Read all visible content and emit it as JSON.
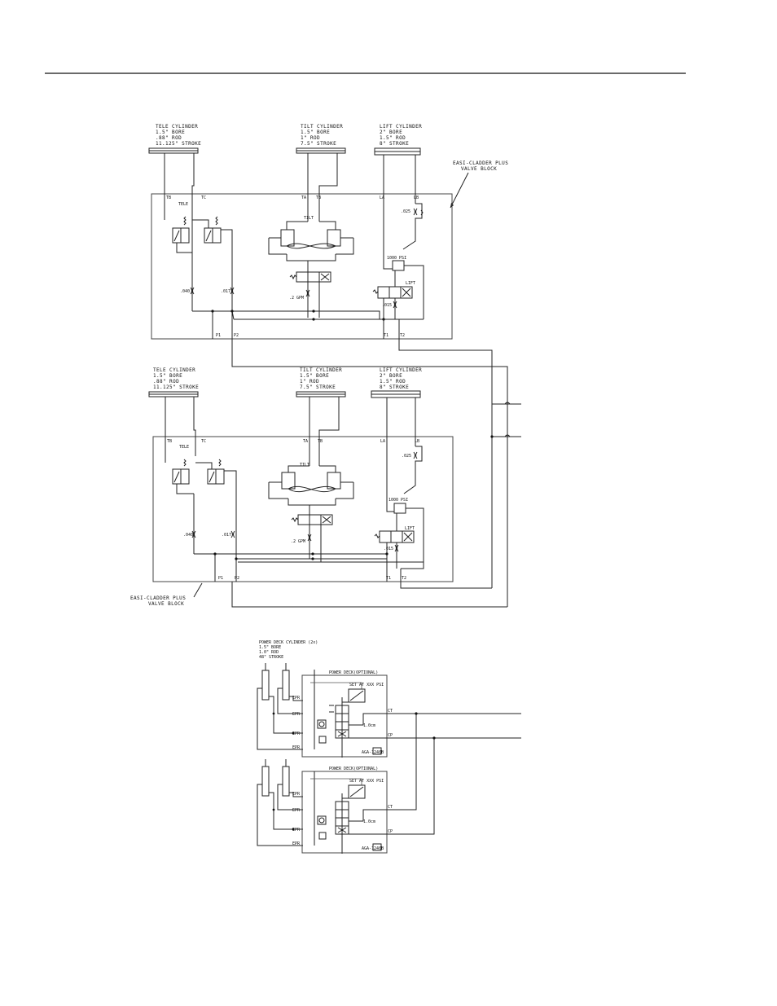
{
  "labels": {
    "tele_cyl": [
      "TELE CYLINDER",
      "1.5\" BORE",
      ".88\" ROD",
      "11.125\" STROKE"
    ],
    "tilt_cyl": [
      "TILT CYLINDER",
      "1.5\" BORE",
      "1\" ROD",
      "7.5\" STROKE"
    ],
    "lift_cyl": [
      "LIFT CYLINDER",
      "2\" BORE",
      "1.5\" ROD",
      "8\" STROKE"
    ],
    "valve_block_top": [
      "EASI-CLADDER PLUS",
      "VALVE BLOCK"
    ],
    "valve_block_bottom": [
      "EASI-CLADDER PLUS",
      "VALVE BLOCK"
    ],
    "power_deck_cyl": [
      "POWER DECK CYLINDER (2x)",
      "1.5\" BORE",
      "1.0\" ROD",
      "48\" STROKE"
    ]
  },
  "ports": {
    "tb": "TB",
    "tc": "TC",
    "ta": "TA",
    "tb2": "TB",
    "la": "LA",
    "lb": "LB",
    "p1": "P1",
    "p2": "P2",
    "t1": "T1",
    "t2": "T2"
  },
  "valves": {
    "tele": "TELE",
    "tilt": "TILT",
    "lift": "LIFT",
    "psi_1000": "1000 PSI",
    "gpm": ".2 GPM",
    "orifice_040": ".040",
    "orifice_017": ".017",
    "orifice_015": ".015",
    "orifice_025": ".025"
  },
  "deck": {
    "title": "POWER DECK(OPTIONAL)",
    "set_psi": "SET AT XXX PSI",
    "model": "AGA-1240B",
    "ports": [
      "EPR",
      "EPR",
      "EPR",
      "EPR"
    ],
    "ct": "CT",
    "cp": "CP",
    "flow": "1.0cm"
  },
  "colors": {
    "line": "#222222",
    "box": "#444444"
  }
}
